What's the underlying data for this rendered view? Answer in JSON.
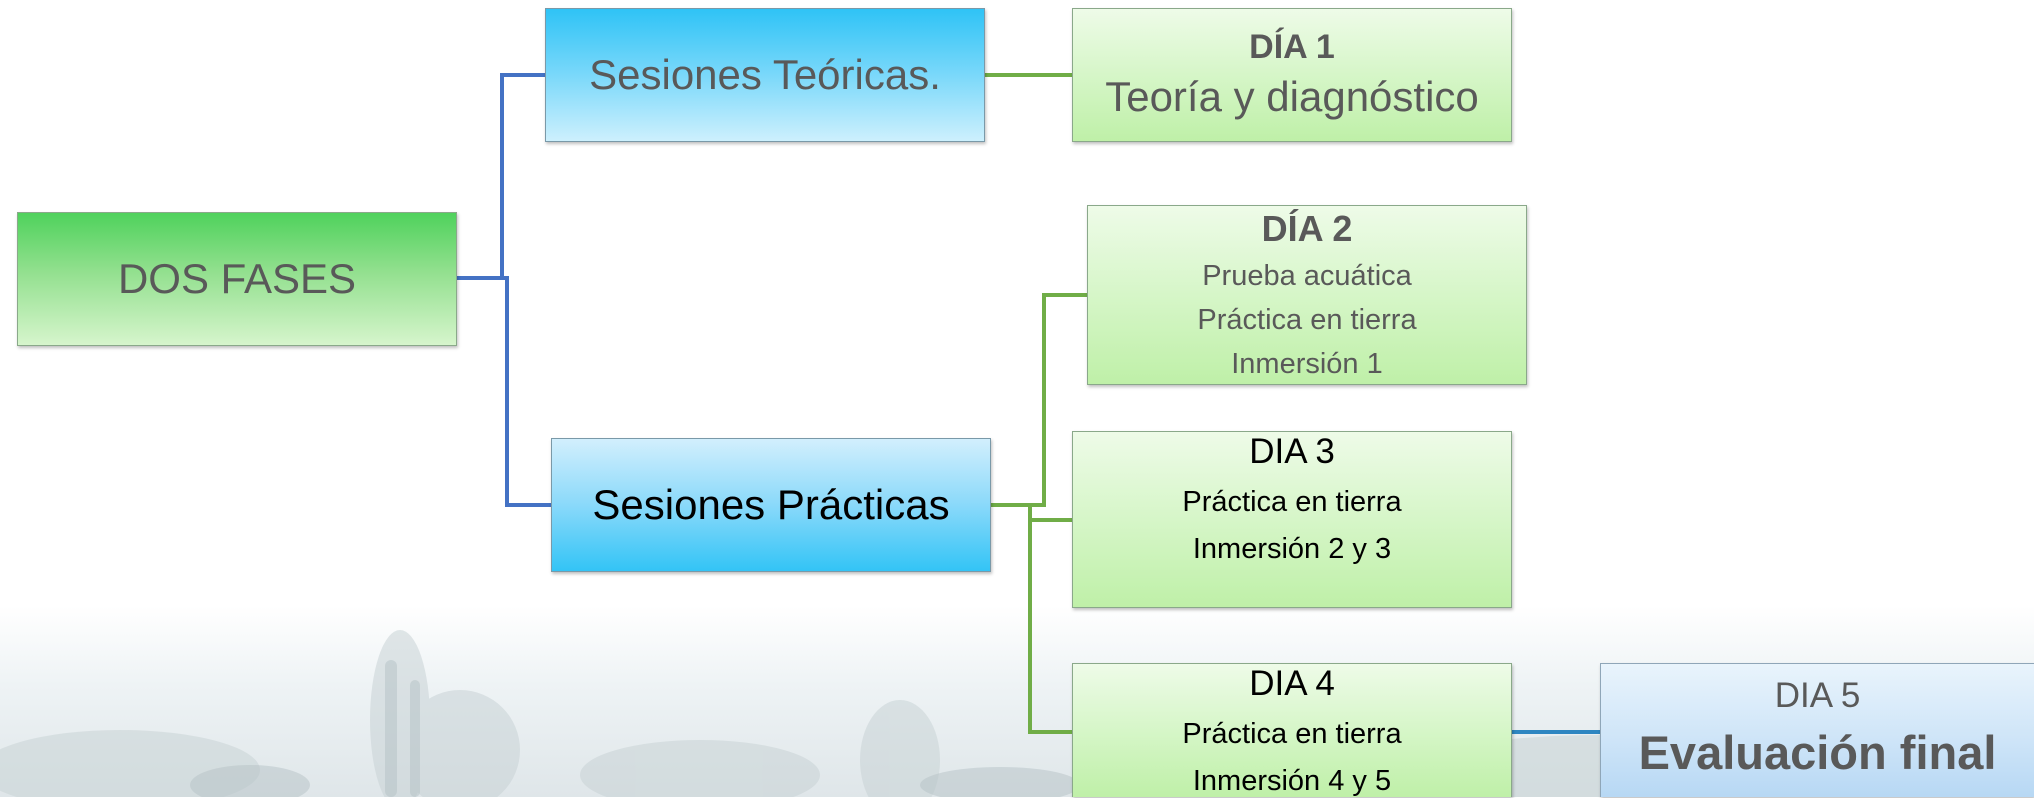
{
  "colors": {
    "blue_connector": "#4472c4",
    "green_connector": "#70ad47",
    "teal_connector": "#2e86c1",
    "gray_text": "#595959",
    "black_text": "#000000"
  },
  "root": {
    "label": "DOS FASES"
  },
  "phases": {
    "teoricas": {
      "label": "Sesiones Teóricas."
    },
    "practicas": {
      "label": "Sesiones Prácticas"
    }
  },
  "days": {
    "dia1": {
      "title": "DÍA 1",
      "lines": [
        "Teoría y diagnóstico"
      ]
    },
    "dia2": {
      "title": "DÍA 2",
      "lines": [
        "Prueba acuática",
        "Práctica en tierra",
        "Inmersión 1"
      ]
    },
    "dia3": {
      "title": "DIA 3",
      "lines": [
        "Práctica en tierra",
        "Inmersión 2 y 3"
      ]
    },
    "dia4": {
      "title": "DIA 4",
      "lines": [
        "Práctica en tierra",
        "Inmersión 4 y 5"
      ]
    },
    "dia5": {
      "title": "DIA 5",
      "lines": [
        "Evaluación final"
      ]
    }
  }
}
